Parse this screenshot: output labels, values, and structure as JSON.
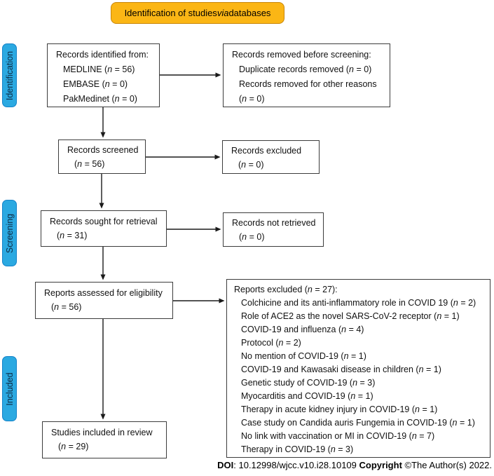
{
  "colors": {
    "banner_fill": "#FBB615",
    "banner_border": "#C8860A",
    "stage_fill": "#2BA9E1",
    "stage_border": "#1583C9",
    "box_border": "#3C3C3C",
    "arrow": "#1A1A1A"
  },
  "banner": {
    "segments": [
      {
        "t": "Identification of studies "
      },
      {
        "t": "via",
        "i": true
      },
      {
        "t": " databases"
      }
    ]
  },
  "stages": {
    "identification": "Identification",
    "screening": "Screening",
    "included": "Included"
  },
  "boxes": {
    "identified": {
      "lines": [
        [
          {
            "t": "Records identified from:"
          }
        ],
        [
          {
            "t": "MEDLINE ("
          },
          {
            "t": "n",
            "i": true
          },
          {
            "t": " = 56)"
          }
        ],
        [
          {
            "t": "EMBASE ("
          },
          {
            "t": "n",
            "i": true
          },
          {
            "t": " = 0)"
          }
        ],
        [
          {
            "t": "PakMedinet ("
          },
          {
            "t": "n",
            "i": true
          },
          {
            "t": " = 0)"
          }
        ]
      ]
    },
    "removed_before_screening": {
      "lines": [
        [
          {
            "t": "Records removed before screening:"
          }
        ],
        [
          {
            "t": "Duplicate records removed ("
          },
          {
            "t": "n",
            "i": true
          },
          {
            "t": " = 0)"
          }
        ],
        [
          {
            "t": "Records removed for other reasons"
          }
        ],
        [
          {
            "t": "("
          },
          {
            "t": "n",
            "i": true
          },
          {
            "t": " = 0)"
          }
        ]
      ]
    },
    "screened": {
      "lines": [
        [
          {
            "t": "Records screened"
          }
        ],
        [
          {
            "t": "("
          },
          {
            "t": "n",
            "i": true
          },
          {
            "t": " = 56)"
          }
        ]
      ]
    },
    "excluded": {
      "lines": [
        [
          {
            "t": "Records excluded"
          }
        ],
        [
          {
            "t": "("
          },
          {
            "t": "n",
            "i": true
          },
          {
            "t": " = 0)"
          }
        ]
      ]
    },
    "sought_for_retrieval": {
      "lines": [
        [
          {
            "t": "Records sought for retrieval"
          }
        ],
        [
          {
            "t": "("
          },
          {
            "t": "n",
            "i": true
          },
          {
            "t": " = 31)"
          }
        ]
      ]
    },
    "not_retrieved": {
      "lines": [
        [
          {
            "t": "Records not retrieved"
          }
        ],
        [
          {
            "t": "("
          },
          {
            "t": "n",
            "i": true
          },
          {
            "t": " = 0)"
          }
        ]
      ]
    },
    "assessed_for_eligibility": {
      "lines": [
        [
          {
            "t": "Reports assessed for eligibility"
          }
        ],
        [
          {
            "t": "("
          },
          {
            "t": "n",
            "i": true
          },
          {
            "t": " = 56)"
          }
        ]
      ]
    },
    "reports_excluded": {
      "lines": [
        [
          {
            "t": "Reports excluded ("
          },
          {
            "t": "n",
            "i": true
          },
          {
            "t": " = 27):"
          }
        ],
        [
          {
            "t": "Colchicine and its anti-inflammatory role in COVID 19 ("
          },
          {
            "t": "n",
            "i": true
          },
          {
            "t": " = 2)"
          }
        ],
        [
          {
            "t": "Role of ACE2 as the novel SARS-CoV-2 receptor ("
          },
          {
            "t": "n",
            "i": true
          },
          {
            "t": " = 1)"
          }
        ],
        [
          {
            "t": "COVID-19 and influenza ("
          },
          {
            "t": "n",
            "i": true
          },
          {
            "t": " = 4)"
          }
        ],
        [
          {
            "t": "Protocol ("
          },
          {
            "t": "n",
            "i": true
          },
          {
            "t": " = 2)"
          }
        ],
        [
          {
            "t": "No mention of COVID-19 ("
          },
          {
            "t": "n",
            "i": true
          },
          {
            "t": " = 1)"
          }
        ],
        [
          {
            "t": "COVID-19 and Kawasaki disease in children ("
          },
          {
            "t": "n",
            "i": true
          },
          {
            "t": " = 1)"
          }
        ],
        [
          {
            "t": "Genetic study of COVID-19 ("
          },
          {
            "t": "n",
            "i": true
          },
          {
            "t": " = 3)"
          }
        ],
        [
          {
            "t": "Myocarditis and COVID-19 ("
          },
          {
            "t": "n",
            "i": true
          },
          {
            "t": " = 1)"
          }
        ],
        [
          {
            "t": "Therapy in acute kidney injury in COVID-19 ("
          },
          {
            "t": "n",
            "i": true
          },
          {
            "t": " = 1)"
          }
        ],
        [
          {
            "t": "Case study on Candida auris Fungemia in COVID-19 ("
          },
          {
            "t": "n",
            "i": true
          },
          {
            "t": " = 1)"
          }
        ],
        [
          {
            "t": "No link with vaccination or MI in COVID-19 ("
          },
          {
            "t": "n",
            "i": true
          },
          {
            "t": " = 7)"
          }
        ],
        [
          {
            "t": "Therapy in COVID-19 ("
          },
          {
            "t": "n",
            "i": true
          },
          {
            "t": " = 3)"
          }
        ]
      ]
    },
    "studies_included": {
      "lines": [
        [
          {
            "t": "Studies included in review"
          }
        ],
        [
          {
            "t": "("
          },
          {
            "t": "n",
            "i": true
          },
          {
            "t": " = 29)"
          }
        ]
      ]
    }
  },
  "footer": {
    "segments": [
      {
        "t": "DOI",
        "b": true
      },
      {
        "t": ": 10.12998/wjcc.v10.i28.10109 "
      },
      {
        "t": "Copyright",
        "b": true
      },
      {
        "t": " ©The Author(s) 2022."
      }
    ]
  }
}
